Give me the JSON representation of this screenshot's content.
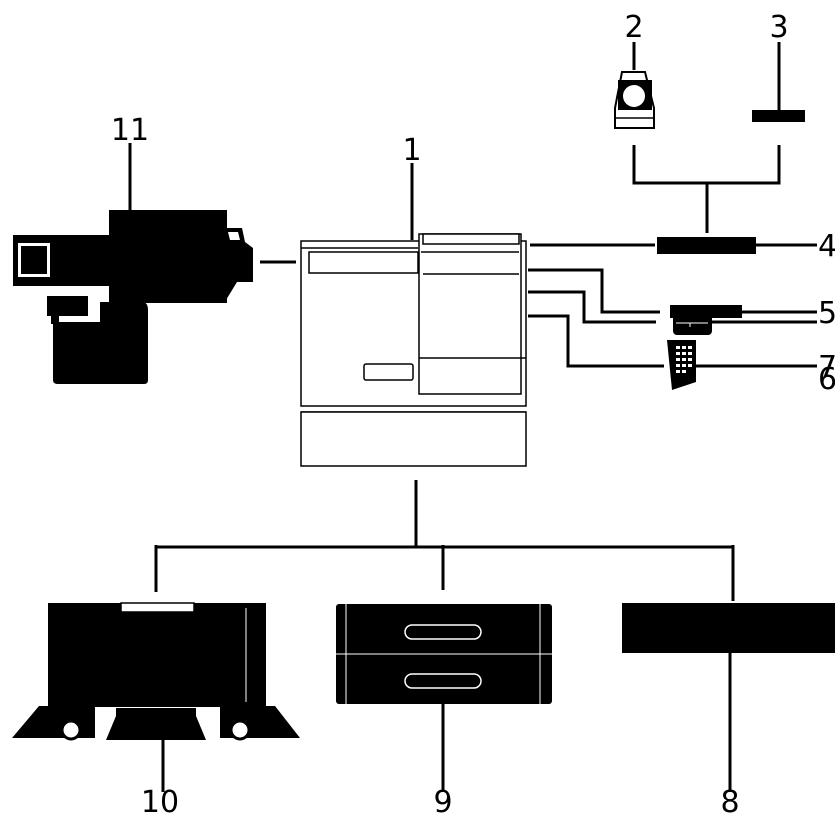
{
  "diagram": {
    "labels": {
      "main_unit": "1",
      "item_2": "2",
      "item_3": "3",
      "item_4": "4",
      "item_5": "5",
      "item_6": "6",
      "item_7": "7",
      "item_8": "8",
      "item_9": "9",
      "item_10": "10",
      "item_11": "11"
    }
  }
}
